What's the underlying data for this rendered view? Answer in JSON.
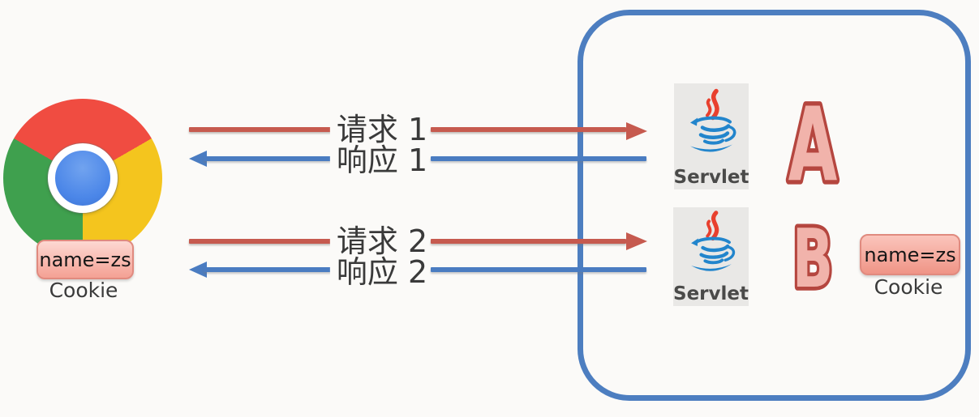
{
  "diagram": {
    "browser": {
      "cookie_chip": "name=zs",
      "cookie_caption": "Cookie"
    },
    "exchanges": [
      {
        "request": "请求 1",
        "response": "响应 1"
      },
      {
        "request": "请求 2",
        "response": "响应 2"
      }
    ],
    "server": {
      "servlets": [
        {
          "badge": "Servlet",
          "letter": "A"
        },
        {
          "badge": "Servlet",
          "letter": "B"
        }
      ],
      "cookie_chip": "name=zs",
      "cookie_caption": "Cookie"
    }
  },
  "colors": {
    "request_arrow": "#c65a4f",
    "response_arrow": "#4a7cc1",
    "server_border": "#4d7ec0",
    "label_text": "#3a3a3a",
    "chip_border": "#e08a7f",
    "chip_gradient_top": "#fdd8d2",
    "chip_gradient_bottom": "#f4a194",
    "letter_stroke": "#b5463f",
    "letter_fill": "#f1b3ab",
    "chrome_red": "#f04c41",
    "chrome_yellow": "#f4c51e",
    "chrome_green": "#3fa04e",
    "chrome_blue": "#4b86e8",
    "java_red": "#e8402e",
    "java_blue": "#2285cc",
    "servlet_text": "#4a4a49",
    "servlet_bg": "#e9e8e6"
  }
}
